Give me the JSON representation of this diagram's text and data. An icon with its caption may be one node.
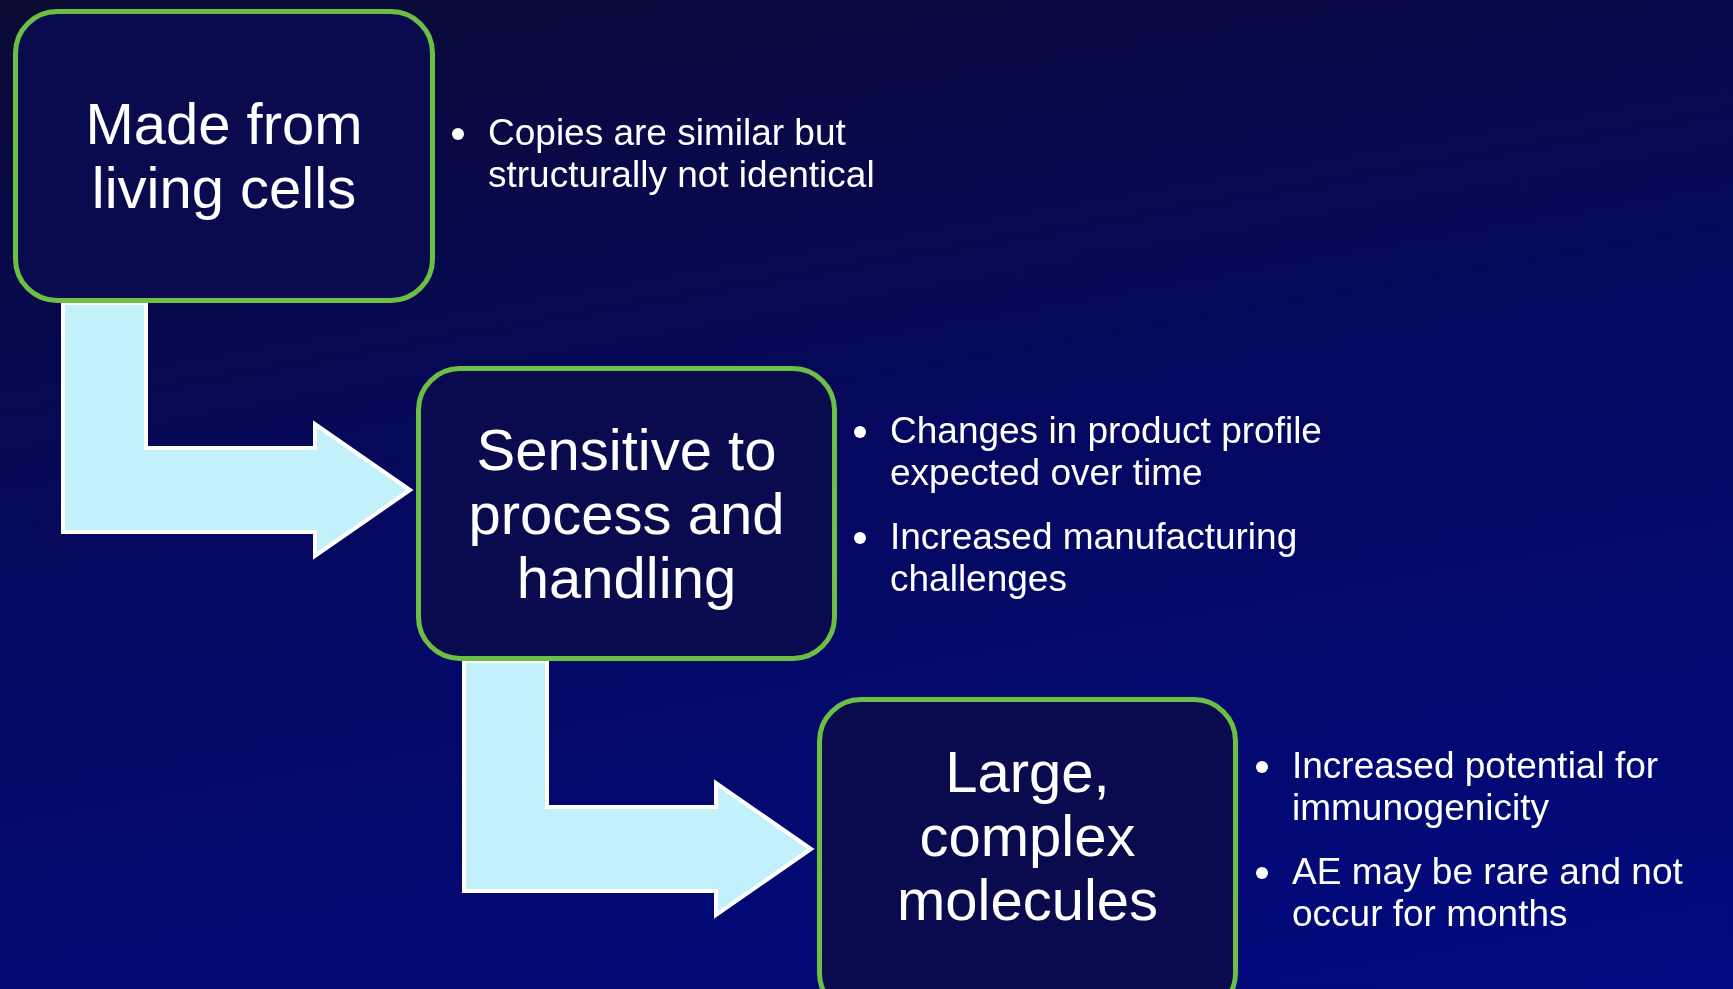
{
  "diagram": {
    "nodes": [
      {
        "text": [
          "Made from living cells"
        ],
        "beside": [
          "Copies are similar but structurally not identical"
        ]
      },
      {
        "text": [
          "Sensitive to process and handling"
        ],
        "beside": [
          "Changes in product profile expected over time",
          "Increased manufacturing challenges"
        ]
      },
      {
        "text": [
          "Large, complex molecules"
        ],
        "beside": [
          "Increased potential for immunogenicity",
          "AE may be rare and not occur for months"
        ]
      }
    ],
    "edges": [
      {
        "from": 0,
        "to": 1,
        "arrow": "to"
      },
      {
        "from": 1,
        "to": 2,
        "arrow": "to"
      }
    ]
  }
}
